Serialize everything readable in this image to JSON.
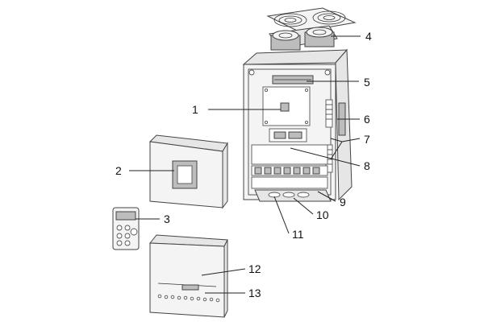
{
  "diagram": {
    "callouts": [
      {
        "id": "1",
        "text": "1"
      },
      {
        "id": "2",
        "text": "2"
      },
      {
        "id": "3",
        "text": "3"
      },
      {
        "id": "4",
        "text": "4"
      },
      {
        "id": "5",
        "text": "5"
      },
      {
        "id": "6",
        "text": "6"
      },
      {
        "id": "7",
        "text": "7"
      },
      {
        "id": "8",
        "text": "8"
      },
      {
        "id": "9",
        "text": "9"
      },
      {
        "id": "10",
        "text": "10"
      },
      {
        "id": "11",
        "text": "11"
      },
      {
        "id": "12",
        "text": "12"
      },
      {
        "id": "13",
        "text": "13"
      }
    ],
    "colors": {
      "line": "#222222",
      "body": "#e6e6e6",
      "background": "#ffffff"
    }
  }
}
